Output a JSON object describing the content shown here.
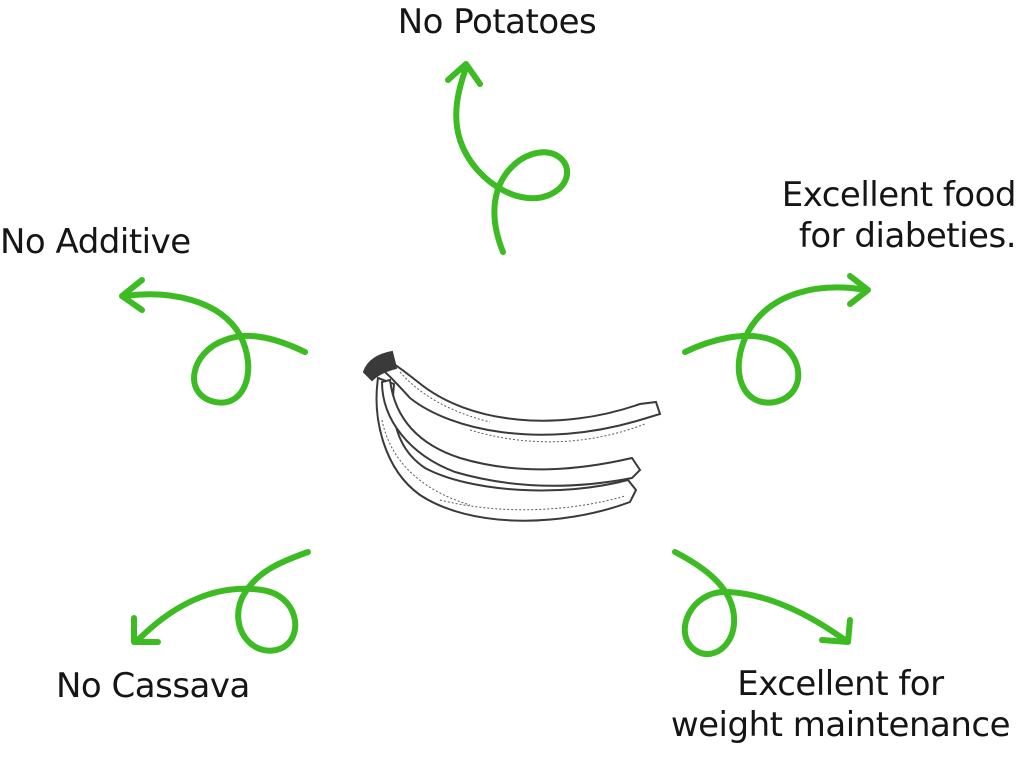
{
  "colors": {
    "arrow": "#3dbb22",
    "text": "#151515",
    "banana_outline": "#3a3a3a",
    "background": "#ffffff"
  },
  "center_image": "banana-bunch-sketch",
  "benefits": {
    "top": {
      "line1": "No Potatoes"
    },
    "left": {
      "line1": "No Additive"
    },
    "right": {
      "line1": "Excellent food",
      "line2": "for diabeties."
    },
    "bottom_left": {
      "line1": "No Cassava"
    },
    "bottom_right": {
      "line1": "Excellent for",
      "line2": "weight maintenance"
    }
  }
}
